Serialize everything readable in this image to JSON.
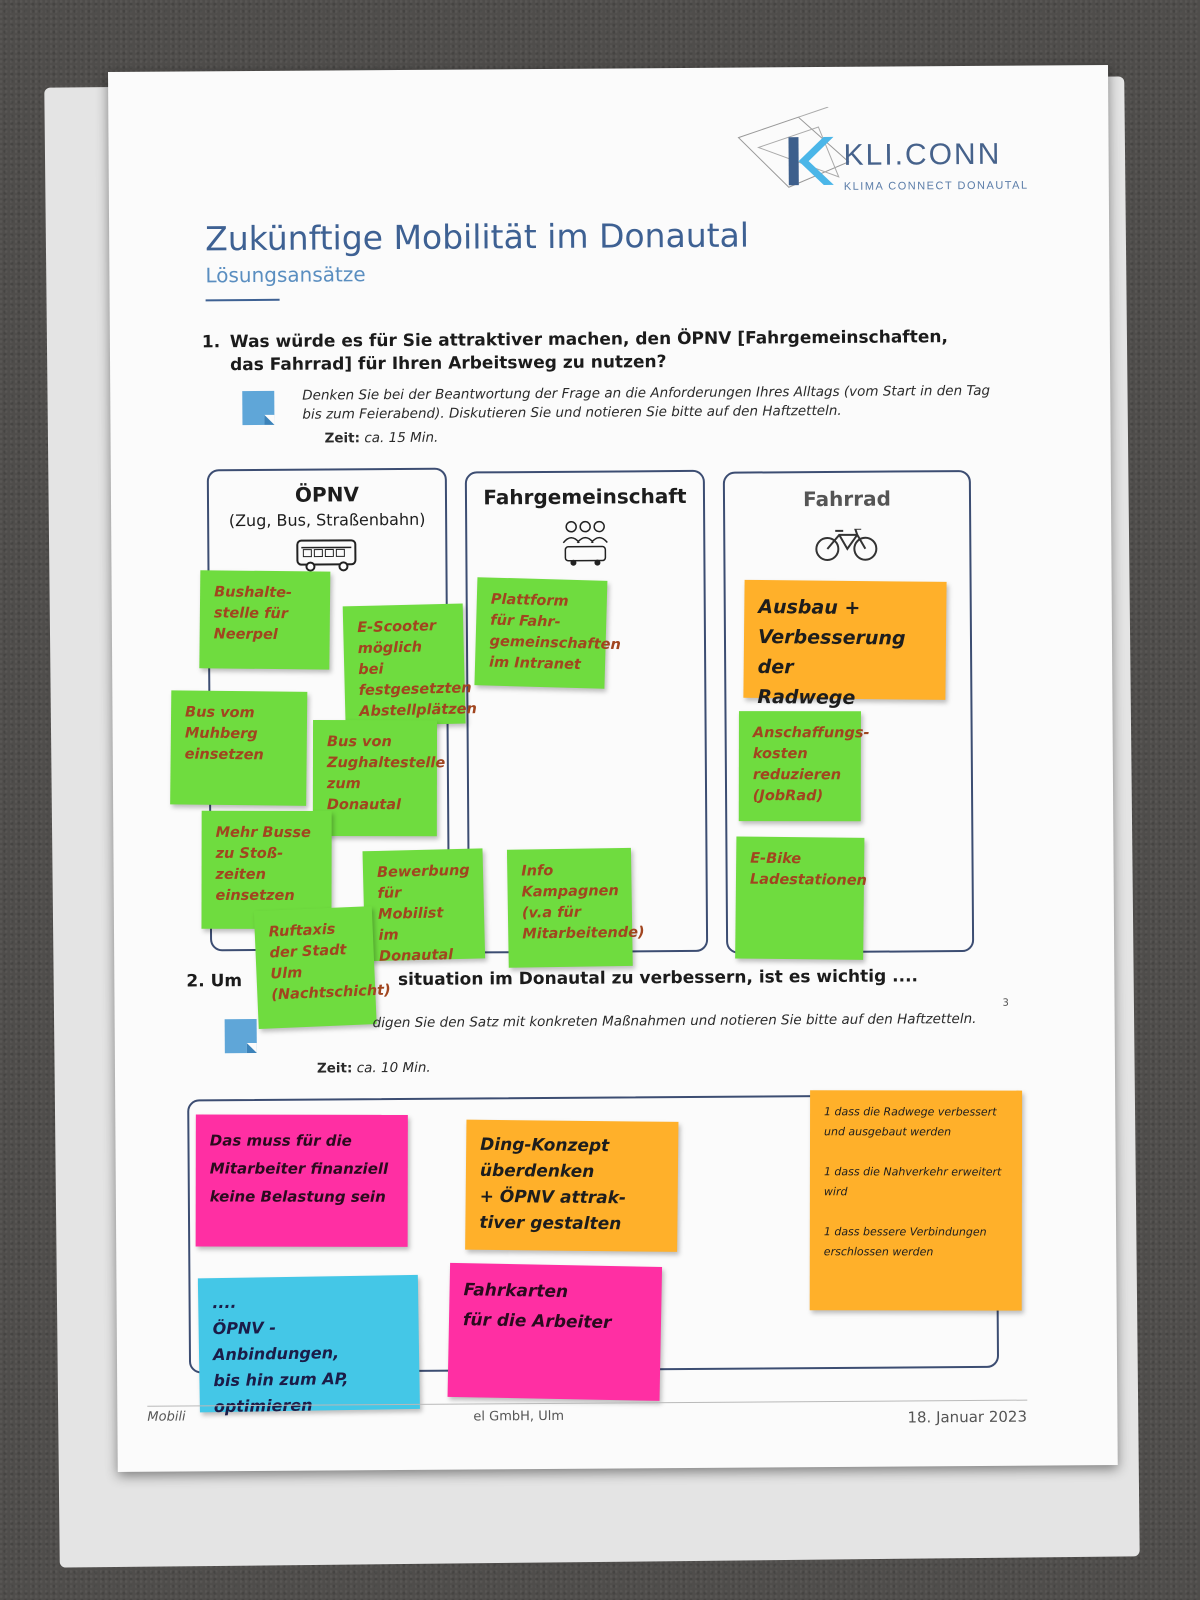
{
  "logo": {
    "name": "KLI.CONN",
    "tagline": "KLIMA CONNECT DONAUTAL"
  },
  "header": {
    "title": "Zukünftige Mobilität im Donautal",
    "subtitle": "Lösungsansätze"
  },
  "question1": {
    "number": "1.",
    "text": "Was würde es für Sie attraktiver machen, den ÖPNV [Fahrgemeinschaften, das Fahrrad] für Ihren Arbeitsweg zu nutzen?",
    "instruction": "Denken Sie bei der Beantwortung der Frage an die Anforderungen Ihres Alltags (vom Start in den Tag bis zum Feierabend). Diskutieren Sie und notieren Sie bitte auf den Haftzetteln.",
    "time_label": "Zeit:",
    "time_value": "ca. 15 Min."
  },
  "columns": [
    {
      "title": "ÖPNV",
      "subtitle": "(Zug, Bus, Straßenbahn)",
      "icon": "bus-icon"
    },
    {
      "title": "Fahrgemeinschaft",
      "subtitle": "",
      "icon": "carpool-icon"
    },
    {
      "title": "Fahrrad",
      "subtitle": "",
      "icon": "bicycle-icon"
    }
  ],
  "stickies_q1": {
    "oepnv": [
      "Bushalte-\nstelle für\nNeerpel",
      "E-Scooter\nmöglich bei\nfestgesetzten\nAbstellplätzen",
      "Bus vom\nMuhberg\neinsetzen",
      "Bus von\nZughaltestelle\nzum Donautal",
      "Mehr Busse\nzu Stoß-\nzeiten\neinsetzen",
      "Bewerbung\nfür Mobilist\nim Donautal",
      "Ruftaxis\nder Stadt\nUlm\n(Nachtschicht)"
    ],
    "fahrgemeinschaft": [
      "Plattform\nfür Fahr-\ngemeinschaften\nim Intranet",
      "Info Kampagnen\n(v.a für\nMitarbeitende)"
    ],
    "fahrrad": [
      "Ausbau +\nVerbesserung der\nRadwege",
      "Anschaffungs-\nkosten\nreduzieren\n(JobRad)",
      "E-Bike\nLadestationen"
    ]
  },
  "question2": {
    "number": "2.",
    "visible_start": "Um",
    "text": "situation im Donautal zu verbessern, ist es wichtig ....",
    "instruction": "digen Sie den Satz mit konkreten Maßnahmen und notieren Sie bitte auf den Haftzetteln.",
    "time_label": "Zeit:",
    "time_value": "ca. 10 Min.",
    "page_number": "3"
  },
  "stickies_q2": [
    {
      "color": "pink",
      "text": "Das muss für die\nMitarbeiter finanziell\nkeine Belastung sein"
    },
    {
      "color": "orange",
      "text": "Ding-Konzept\nüberdenken\n+ ÖPNV attrak-\ntiver gestalten"
    },
    {
      "color": "orange",
      "text": "1 dass die Radwege verbessert\nund ausgebaut werden\n\n1 dass die Nahverkehr erweitert\nwird\n\n1 dass bessere Verbindungen\nerschlossen werden"
    },
    {
      "color": "blue",
      "text": "....\nÖPNV - Anbindungen,\nbis hin zum AP,\noptimieren"
    },
    {
      "color": "pink",
      "text": "Fahrkarten\nfür die Arbeiter"
    }
  ],
  "footer": {
    "left": "Mobili",
    "mid": "el GmbH, Ulm",
    "date": "18. Januar 2023"
  },
  "colors": {
    "title": "#3e6193",
    "sticky_green": "#6fdc3f",
    "sticky_orange": "#ffb02a",
    "sticky_pink": "#ff2fa3",
    "sticky_blue": "#44c7e7"
  }
}
